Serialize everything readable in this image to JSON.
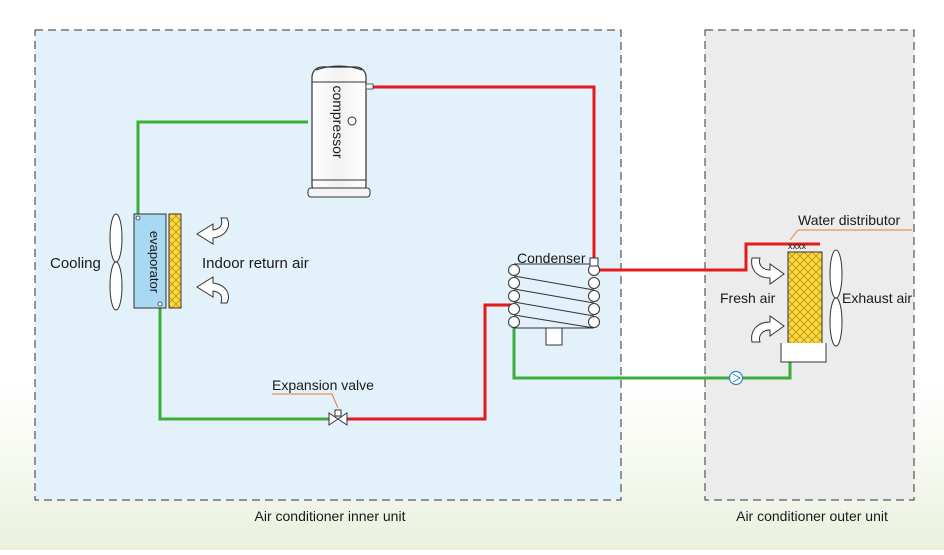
{
  "labels": {
    "compressor": "compressor",
    "evaporator": "evaporator",
    "cooling": "Cooling",
    "indoor_return_air": "Indoor return air",
    "condenser": "Condenser",
    "expansion_valve": "Expansion valve",
    "water_distributor": "Water distributor",
    "fresh_air": "Fresh air",
    "exhaust_air": "Exhaust air",
    "inner_unit": "Air conditioner inner unit",
    "outer_unit": "Air conditioner outer unit"
  },
  "colors": {
    "hot_line": "#e31b1b",
    "cold_line": "#3aad3a",
    "inner_unit_bg": "#e3f1fb",
    "outer_unit_bg": "#ececec",
    "evaporator_fill": "#a9d8f2",
    "pad_fill": "#f5dc3c",
    "leader_line": "#e87a3a"
  },
  "icons": [
    "fan-icon",
    "curved-arrow-icon",
    "pump-icon",
    "valve-icon"
  ]
}
